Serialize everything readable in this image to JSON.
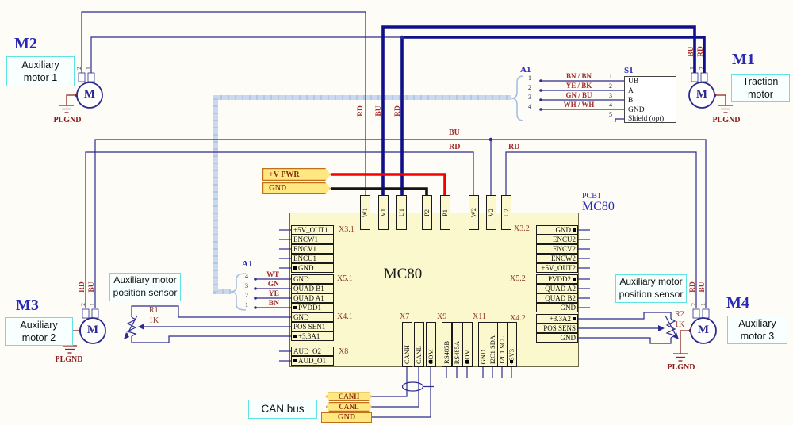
{
  "chip": {
    "center_name": "MC80",
    "pcb_ref": "PCB1",
    "pcb_name": "MC80"
  },
  "designators": {
    "m1": "M1",
    "m2": "M2",
    "m3": "M3",
    "m4": "M4",
    "a1": "A1",
    "s1": "S1",
    "r1": "R1",
    "r2": "R2"
  },
  "values": {
    "r1": "1K",
    "r2": "1K"
  },
  "callouts": {
    "m1": "Traction motor",
    "m2": "Auxiliary motor 1",
    "m3": "Auxiliary motor 2",
    "m4": "Auxiliary motor 3",
    "sensor": "Auxiliary motor position sensor",
    "can": "CAN bus"
  },
  "motor_letter": "M",
  "ground": "PLGND",
  "nets": {
    "vpwr": "+V PWR",
    "gnd": "GND",
    "canh": "CANH",
    "canl": "CANL"
  },
  "wires": {
    "rd": "RD",
    "bu": "BU",
    "wt": "WT",
    "gn": "GN",
    "ye": "YE",
    "bn": "BN",
    "c1": "BN / BN",
    "c2": "YE / BK",
    "c3": "GN / BU",
    "c4": "WH / WH"
  },
  "pins": {
    "n1": "1",
    "n2": "2",
    "n3": "3",
    "n4": "4",
    "n5": "5"
  },
  "connectors": {
    "x31": {
      "label": "X3.1",
      "p": [
        "+5V_OUT1",
        "ENCW1",
        "ENCV1",
        "ENCU1",
        "GND"
      ]
    },
    "x51": {
      "label": "X5.1",
      "p": [
        "GND",
        "QUAD B1",
        "QUAD A1",
        "PVDD1"
      ]
    },
    "x41": {
      "label": "X4.1",
      "p": [
        "GND",
        "POS SEN1",
        "+3.3A1"
      ]
    },
    "x8": {
      "label": "X8",
      "p": [
        "AUD_O2",
        "AUD_O1"
      ]
    },
    "x32": {
      "label": "X3.2",
      "p": [
        "GND",
        "ENCU2",
        "ENCV2",
        "ENCW2",
        "+5V_OUT2"
      ]
    },
    "x52": {
      "label": "X5.2",
      "p": [
        "PVDD2",
        "QUAD A2",
        "QUAD B2",
        "GND"
      ]
    },
    "x42": {
      "label": "X4.2",
      "p": [
        "+3.3A2",
        "POS SENS",
        "GND"
      ]
    },
    "x7": {
      "label": "X7",
      "p": [
        "CANH",
        "CANL",
        "COM"
      ]
    },
    "x9": {
      "label": "X9",
      "p": [
        "RS485B",
        "RS485A",
        "COM"
      ]
    },
    "x11": {
      "label": "X11",
      "p": [
        "GND",
        "I2C1 SDA",
        "I2C1 SCL",
        "+3V3"
      ]
    },
    "top": {
      "p": [
        "W1",
        "V1",
        "U1",
        "P2",
        "P1",
        "W2",
        "V2",
        "U2"
      ]
    }
  },
  "s1_device": {
    "pins": [
      "UB",
      "A",
      "B",
      "GND",
      "Shield (opt)"
    ]
  }
}
